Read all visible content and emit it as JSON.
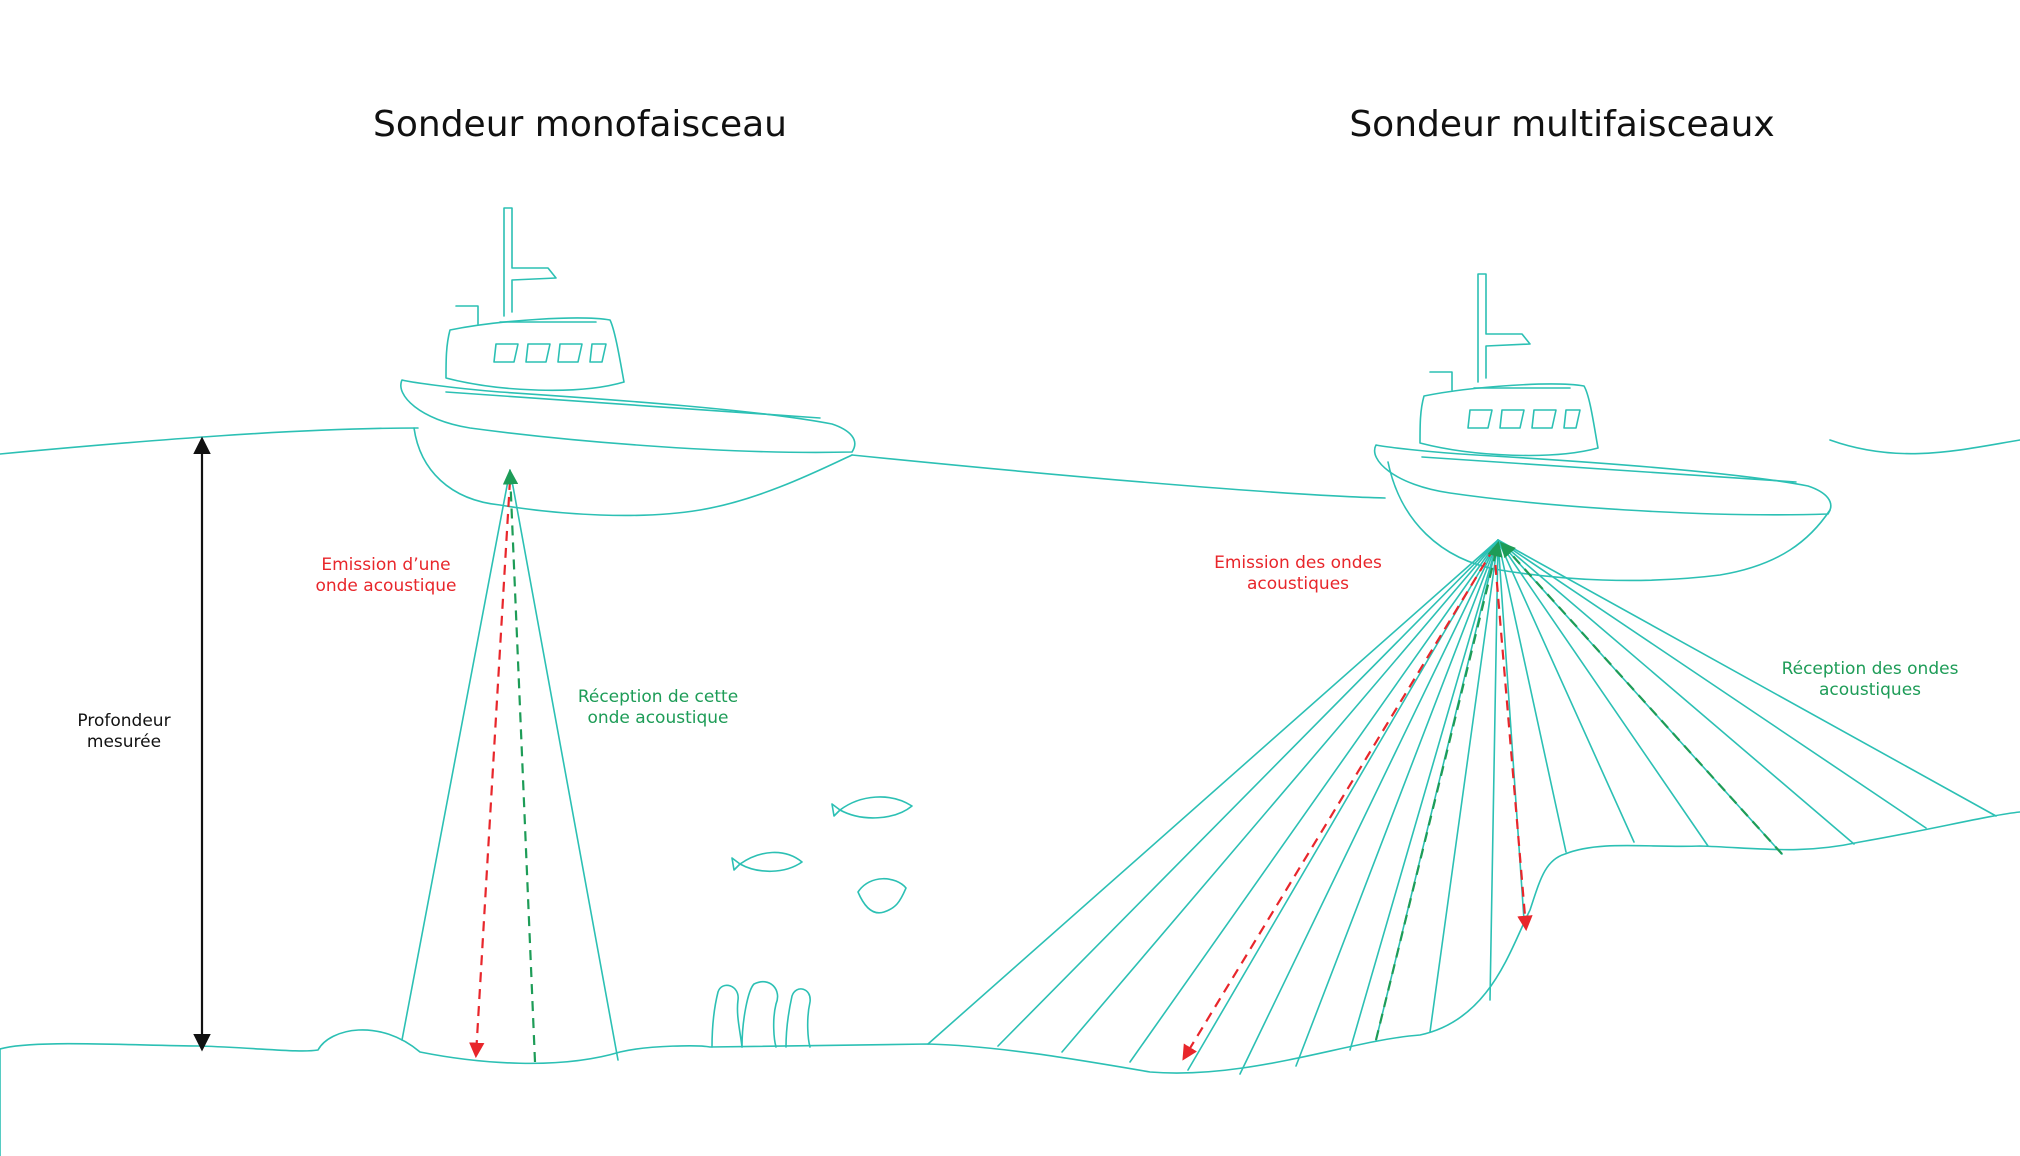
{
  "titles": {
    "single": "Sondeur monofaisceau",
    "multi": "Sondeur multifaisceaux"
  },
  "labels": {
    "depth": [
      "Profondeur",
      "mesurée"
    ],
    "single_emission": [
      "Emission d’une",
      "onde acoustique"
    ],
    "single_reception": [
      "Réception de cette",
      "onde acoustique"
    ],
    "multi_emission": [
      "Emission des ondes",
      "acoustiques"
    ],
    "multi_reception": [
      "Réception des ondes",
      "acoustiques"
    ]
  },
  "colors": {
    "line": "#2cc0b4",
    "emission": "#e8262b",
    "reception": "#1d9c57",
    "text": "#111111"
  }
}
